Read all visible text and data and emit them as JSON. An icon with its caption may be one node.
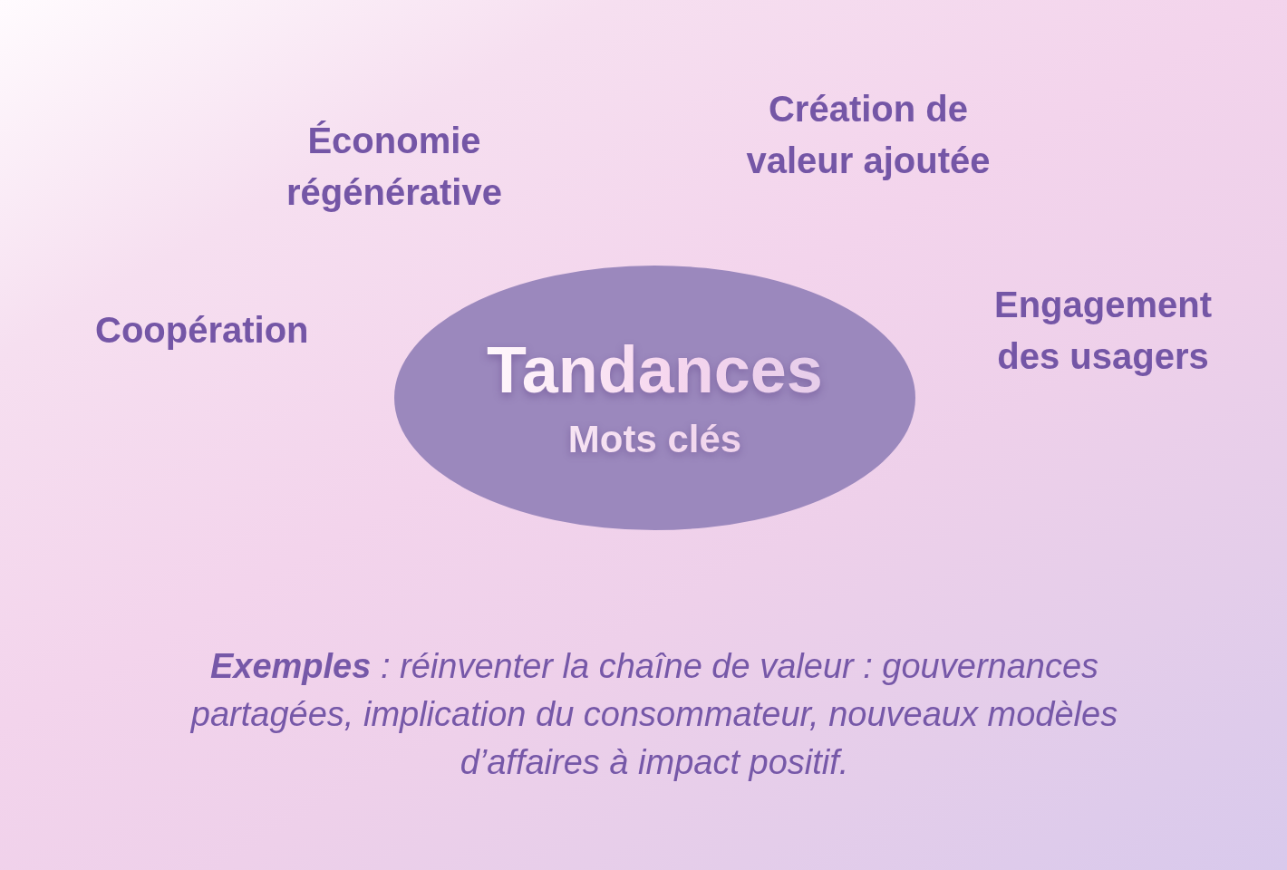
{
  "diagram": {
    "nodes": [
      {
        "text": [
          "Tandances",
          "Mots clés"
        ]
      }
    ],
    "labels": [
      "Économie régénérative",
      "Création de valeur ajoutée",
      "Coopération",
      "Engagement des usagers"
    ],
    "caption": "**Exemples** : réinventer la chaîne de valeur : gouvernances partagées, implication du consommateur, nouveaux modèles d’affaires à impact positif."
  }
}
